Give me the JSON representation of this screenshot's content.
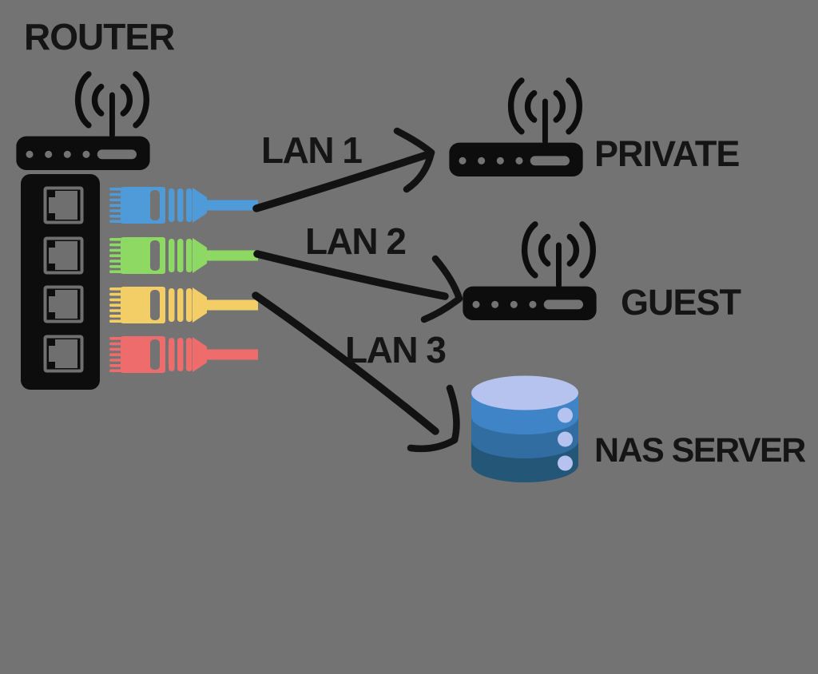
{
  "diagram": {
    "type": "network-topology",
    "router": {
      "label": "ROUTER",
      "type": "wifi-router",
      "ports": 4
    },
    "devices": {
      "private": {
        "label": "PRIVATE",
        "type": "wifi-router"
      },
      "guest": {
        "label": "GUEST",
        "type": "wifi-router"
      },
      "nas": {
        "label": "NAS SERVER",
        "type": "database-server"
      }
    },
    "links": [
      {
        "label": "LAN 1",
        "from": "router-port-1",
        "to": "private",
        "cable_name": "blue",
        "cable_color": "#4f9ad9",
        "has_arrow": true
      },
      {
        "label": "LAN 2",
        "from": "router-port-2",
        "to": "guest",
        "cable_name": "green",
        "cable_color": "#8ed964",
        "has_arrow": true
      },
      {
        "label": "LAN 3",
        "from": "router-port-3",
        "to": "nas",
        "cable_name": "yellow",
        "cable_color": "#f3cd66",
        "has_arrow": true
      },
      {
        "label": "",
        "from": "router-port-4",
        "to": "",
        "cable_name": "red",
        "cable_color": "#ee6c6c",
        "has_arrow": false
      }
    ]
  },
  "colors": {
    "bg": "#737373",
    "icon": "#0d0d0d",
    "text": "#151515",
    "cable_lan1": "#4f9ad9",
    "cable_lan2": "#8ed964",
    "cable_lan3": "#f3cd66",
    "cable_lan4": "#ee6c6c",
    "nas_top": "#b7c3ef",
    "nas_band1": "#3e84c6",
    "nas_band2": "#316da0",
    "nas_band3": "#235677"
  }
}
